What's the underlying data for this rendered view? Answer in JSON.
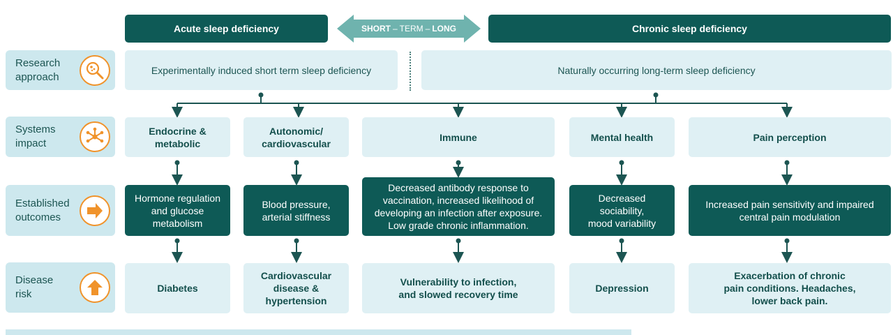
{
  "header": {
    "acute": "Acute sleep deficiency",
    "chronic": "Chronic sleep deficiency",
    "arrow_short": "SHORT",
    "arrow_dash1": "–",
    "arrow_term": "TERM",
    "arrow_dash2": "–",
    "arrow_long": "LONG"
  },
  "rows": {
    "research": "Research\napproach",
    "systems": "Systems\nimpact",
    "outcomes": "Established\noutcomes",
    "risk": "Disease\nrisk"
  },
  "approach": {
    "acute": "Experimentally induced short term sleep deficiency",
    "chronic": "Naturally occurring long-term sleep deficiency"
  },
  "systems": [
    "Endocrine &\nmetabolic",
    "Autonomic/\ncardiovascular",
    "Immune",
    "Mental health",
    "Pain perception"
  ],
  "outcomes": [
    "Hormone regulation\nand glucose\nmetabolism",
    "Blood pressure,\narterial stiffness",
    "Decreased antibody response to\nvaccination, increased likelihood of\ndeveloping an infection after exposure.\nLow grade chronic inflammation.",
    "Decreased sociability,\nmood variability",
    "Increased pain sensitivity and impaired\ncentral pain modulation"
  ],
  "risks": [
    "Diabetes",
    "Cardiovascular\ndisease &\nhypertension",
    "Vulnerability to infection,\nand slowed recovery time",
    "Depression",
    "Exacerbation of chronic\npain conditions. Headaches,\nlower back pain."
  ],
  "colors": {
    "dark_teal": "#0e5a56",
    "light_blue": "#dff0f4",
    "label_blue": "#cde8ee",
    "orange": "#f0932b",
    "arrow_teal": "#6fb3ae"
  },
  "icons": {
    "research": "magnifier-bacteria-icon",
    "systems": "network-nodes-icon",
    "outcomes": "arrow-right-icon",
    "risk": "arrow-up-icon"
  }
}
